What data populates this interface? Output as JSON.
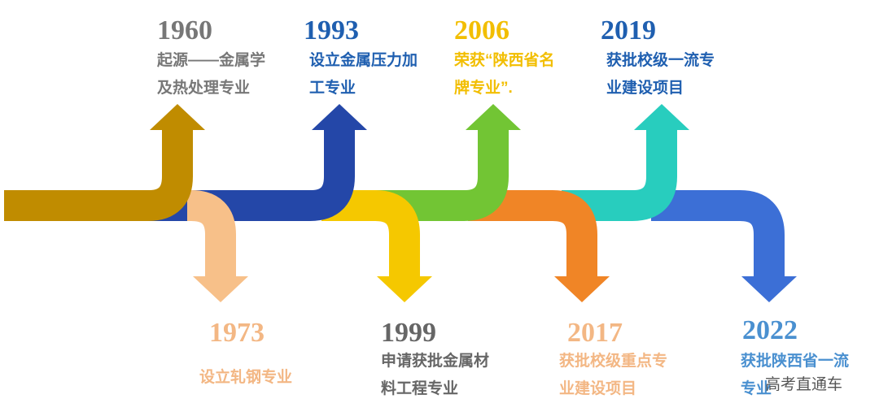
{
  "colors": {
    "gold": "#C08C00",
    "peach": "#F7C089",
    "darkblue": "#2447A8",
    "yellow": "#F5C800",
    "green": "#72C534",
    "orange": "#F08526",
    "teal": "#28CDBE",
    "lightblue": "#3C6FD6"
  },
  "events": [
    {
      "year": "1960",
      "lines": [
        "起源——金属学",
        "及热处理专业"
      ],
      "dir": "up",
      "color": "#777777"
    },
    {
      "year": "1973",
      "lines": [
        "设立轧钢专业"
      ],
      "dir": "down",
      "color": "#F3B784"
    },
    {
      "year": "1993",
      "lines": [
        "设立金属压力加",
        "工专业"
      ],
      "dir": "up",
      "color": "#1F5FB0"
    },
    {
      "year": "1999",
      "lines": [
        "申请获批金属材",
        "料工程专业"
      ],
      "dir": "down",
      "color": "#666666"
    },
    {
      "year": "2006",
      "lines": [
        "荣获“陕西省名",
        "牌专业”."
      ],
      "dir": "up",
      "color": "#F2BE00"
    },
    {
      "year": "2017",
      "lines": [
        "获批校级重点专",
        "业建设项目"
      ],
      "dir": "down",
      "color": "#F3B784"
    },
    {
      "year": "2019",
      "lines": [
        "获批校级一流专",
        "业建设项目"
      ],
      "dir": "up",
      "color": "#1F5FB0"
    },
    {
      "year": "2022",
      "lines": [
        "获批陕西省一流",
        "专业"
      ],
      "dir": "down",
      "color": "#4A90D0"
    }
  ],
  "watermark": "高考直通车"
}
